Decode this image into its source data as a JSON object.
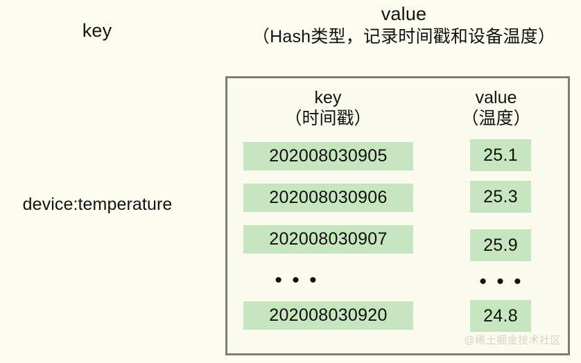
{
  "page": {
    "background_color": "#fdfcf1",
    "text_color": "#121212"
  },
  "top_headings": {
    "key_label": "key",
    "value_title": "value",
    "value_subtitle": "（Hash类型，记录时间戳和设备温度）"
  },
  "entry": {
    "key_name": "device:temperature"
  },
  "hash_box": {
    "border_color": "#7d7d79",
    "fill_color": "#fbfaef",
    "chip_color": "#c7e6c0",
    "columns": [
      {
        "title": "key",
        "subtitle": "（时间戳）"
      },
      {
        "title": "value",
        "subtitle": "（温度）"
      }
    ],
    "rows": [
      {
        "field": "202008030905",
        "value": "25.1"
      },
      {
        "field": "202008030906",
        "value": "25.3"
      },
      {
        "field": "202008030907",
        "value": "25.9"
      },
      {
        "field": "202008030920",
        "value": "24.8"
      }
    ],
    "ellipsis_key": "• • •",
    "ellipsis_value": "• • •"
  },
  "watermark": {
    "text": "@稀土掘金技术社区"
  }
}
